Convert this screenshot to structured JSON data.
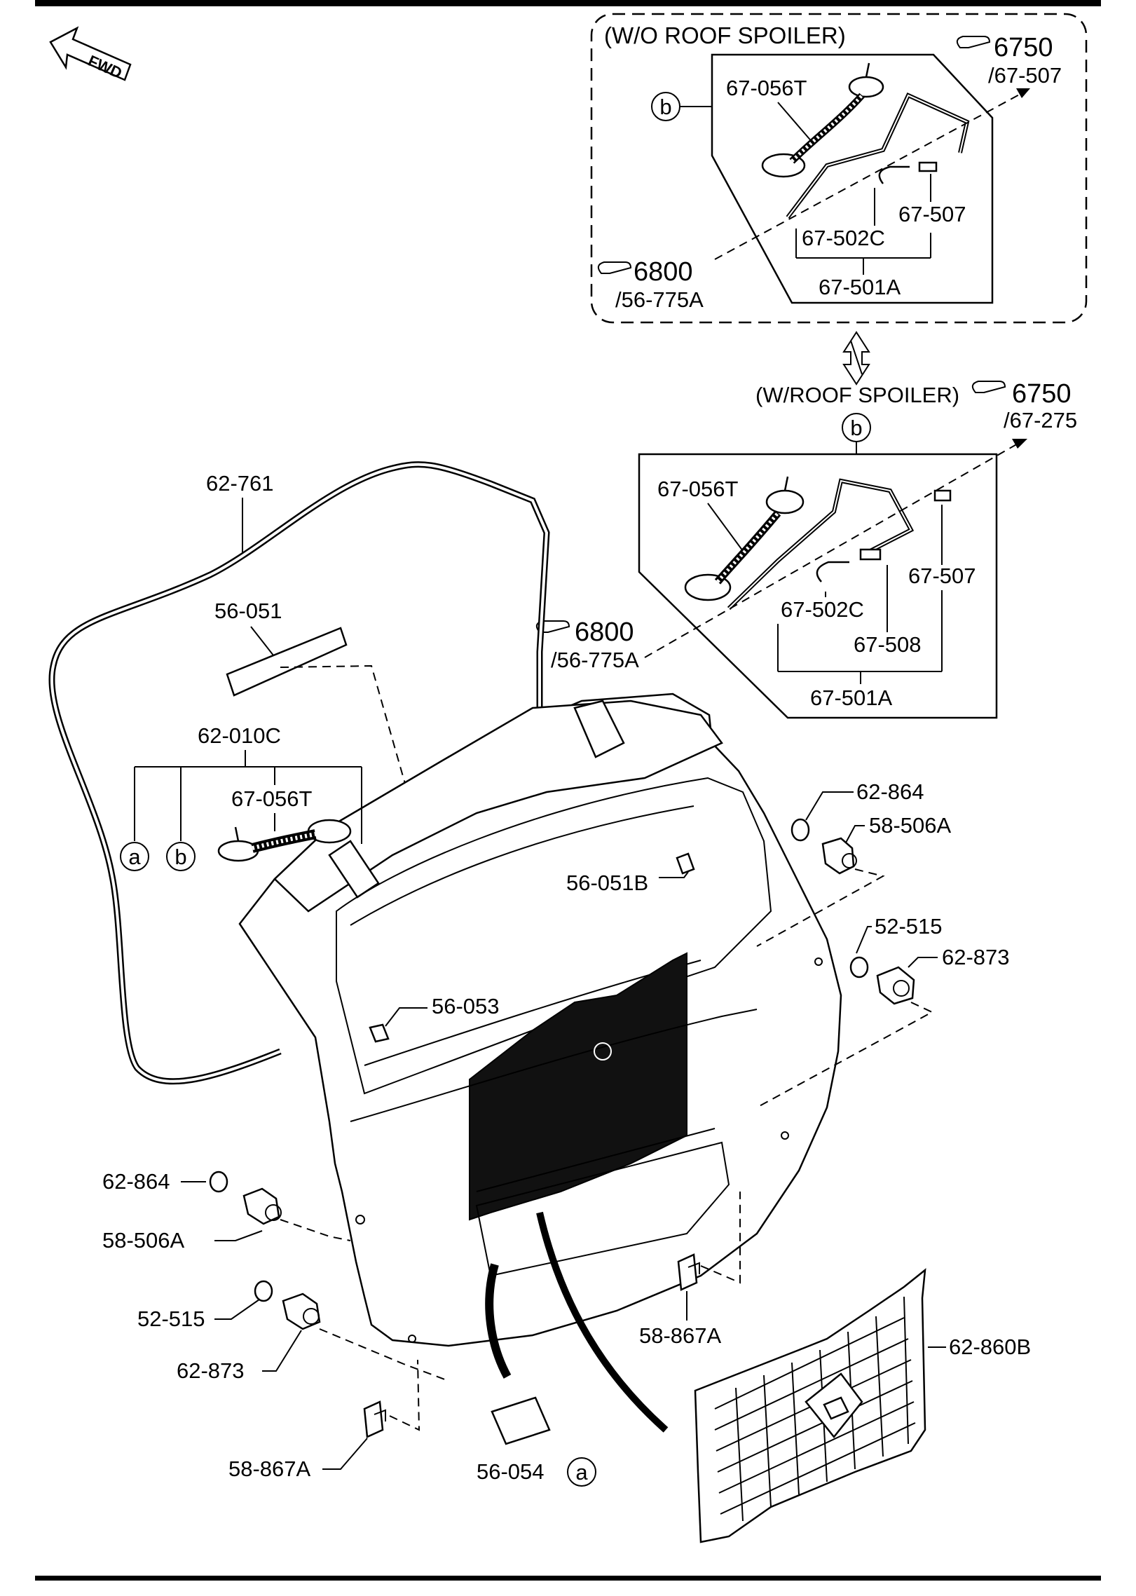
{
  "header": {
    "fwd_label": "FWD"
  },
  "inset_top": {
    "title": "(W/O ROOF SPOILER)",
    "ref_main": "6750",
    "ref_sub": "/67-507",
    "ref2_main": "6800",
    "ref2_sub": "/56-775A",
    "marker": "b",
    "parts": [
      "67-056T",
      "67-507",
      "67-502C",
      "67-501A"
    ]
  },
  "inset_mid": {
    "title": "(W/ROOF SPOILER)",
    "ref_main": "6750",
    "ref_sub": "/67-275",
    "ref2_main": "6800",
    "ref2_sub": "/56-775A",
    "marker": "b",
    "parts": [
      "67-056T",
      "67-507",
      "67-502C",
      "67-508",
      "67-501A"
    ]
  },
  "callouts": {
    "c62_761": "62-761",
    "c56_051": "56-051",
    "c62_010C": "62-010C",
    "c67_056T": "67-056T",
    "marker_a": "a",
    "marker_b": "b",
    "c56_051B": "56-051B",
    "c56_053": "56-053",
    "c62_864_r": "62-864",
    "c58_506A_r": "58-506A",
    "c52_515_r": "52-515",
    "c62_873_r": "62-873",
    "c62_864_l": "62-864",
    "c58_506A_l": "58-506A",
    "c52_515_l": "52-515",
    "c62_873_l": "62-873",
    "c58_867A_l": "58-867A",
    "c58_867A_r": "58-867A",
    "c56_054": "56-054",
    "marker_a2": "a",
    "c62_860B": "62-860B"
  }
}
